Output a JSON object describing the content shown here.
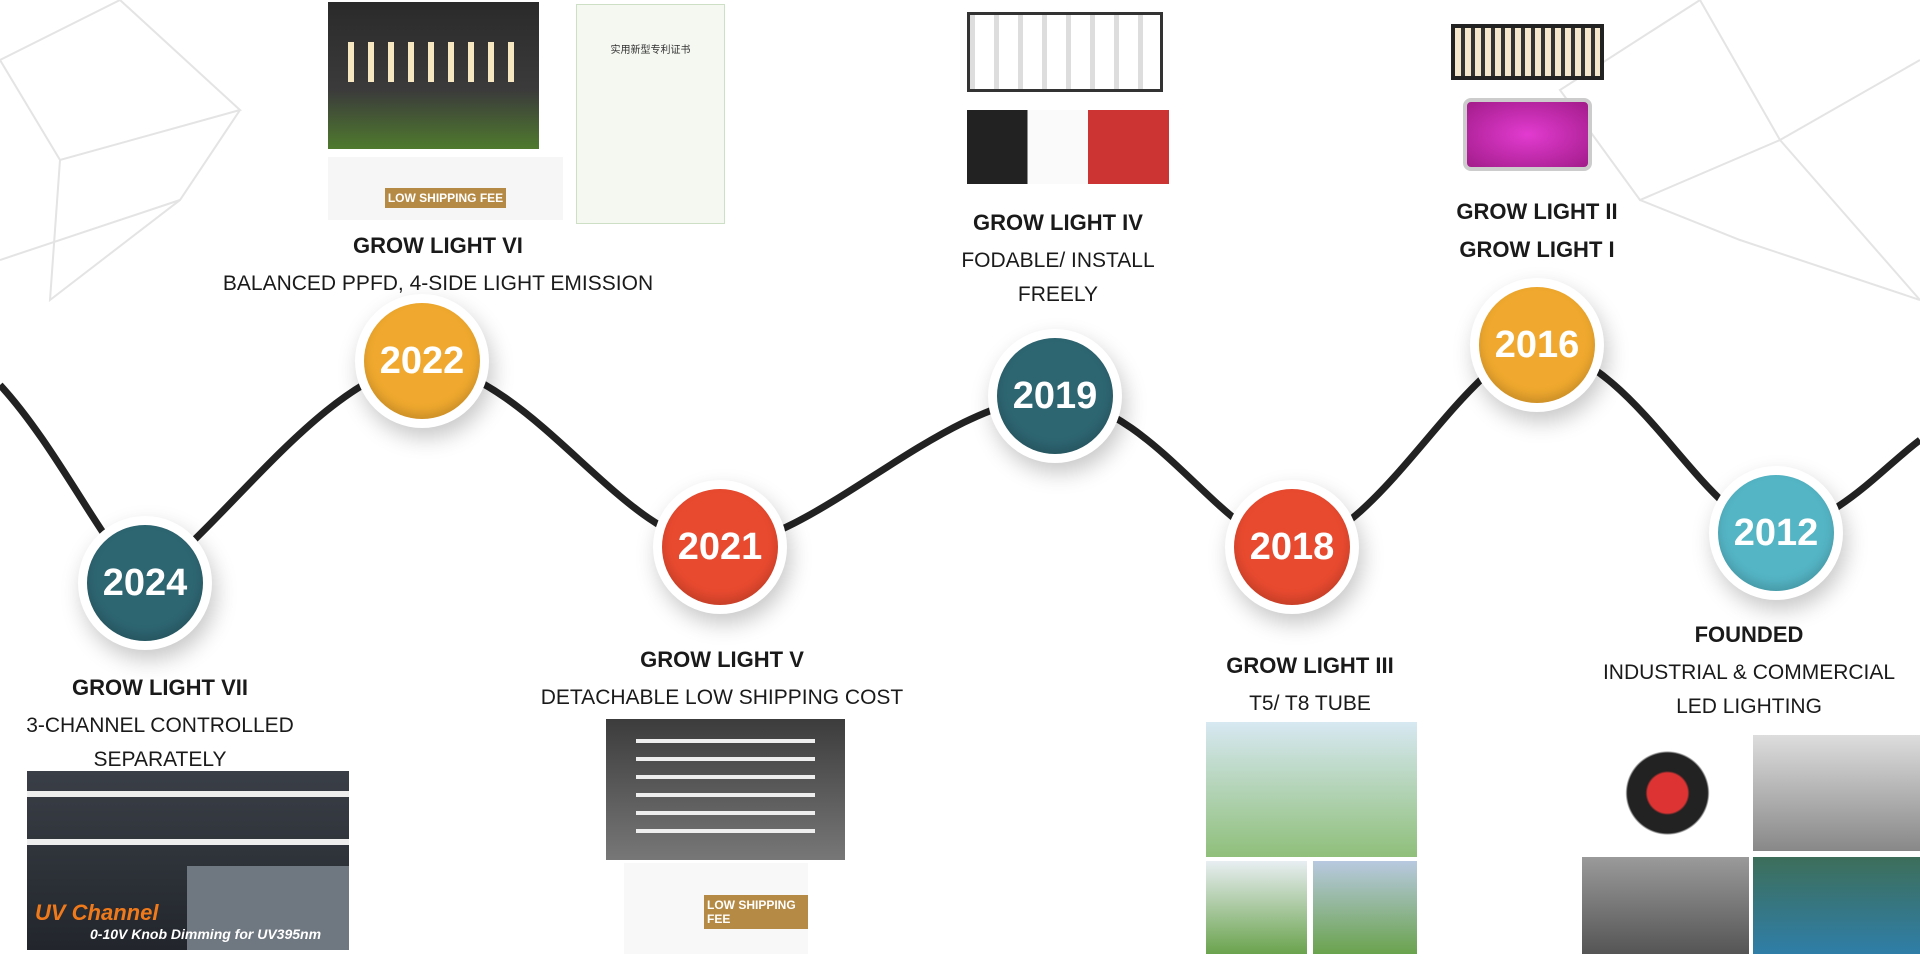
{
  "milestones": [
    {
      "year": "2024",
      "color": "#2d6571",
      "title": "GROW LIGHT VII",
      "lines": [
        "3-CHANNEL CONTROLLED",
        "SEPARATELY"
      ]
    },
    {
      "year": "2022",
      "color": "#f0a92e",
      "title": "GROW LIGHT VI",
      "lines": [
        "BALANCED PPFD, 4-SIDE LIGHT EMISSION"
      ]
    },
    {
      "year": "2021",
      "color": "#e84a2f",
      "title": "GROW LIGHT V",
      "lines": [
        "DETACHABLE LOW SHIPPING COST"
      ]
    },
    {
      "year": "2019",
      "color": "#2d6571",
      "title": "GROW LIGHT IV",
      "lines": [
        "FODABLE/ INSTALL",
        "FREELY"
      ]
    },
    {
      "year": "2018",
      "color": "#e84a2f",
      "title": "GROW LIGHT III",
      "lines": [
        "T5/ T8 TUBE"
      ]
    },
    {
      "year": "2016",
      "color": "#f0a92e",
      "title": "GROW LIGHT II",
      "lines": [
        "GROW LIGHT I"
      ]
    },
    {
      "year": "2012",
      "color": "#54b5c5",
      "title": "FOUNDED",
      "lines": [
        "INDUSTRIAL & COMMERCIAL",
        "LED LIGHTING"
      ]
    }
  ],
  "image_text": {
    "uv_title": "UV Channel",
    "uv_sub": "0-10V Knob Dimming for UV395nm",
    "low_shipping": "LOW SHIPPING FEE",
    "certificate": "实用新型专利证书"
  }
}
